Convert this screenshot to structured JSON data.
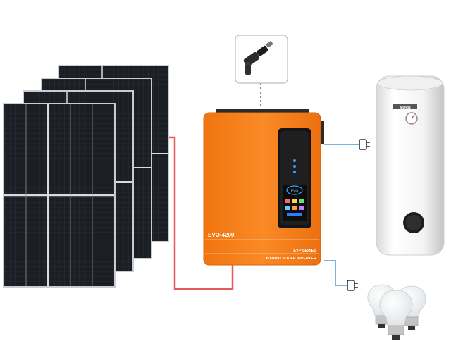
{
  "inverter": {
    "model_label": "EVO-4200",
    "series_label": "EVP SERIES",
    "product_label": "HYBRID SOLAR INVERTER",
    "screen_label": "EVO",
    "body_color": "#f7801e"
  },
  "water_heater": {
    "brand_label": "MORN"
  },
  "connectors": {
    "dc_line_color": "#e8595b",
    "ac_line_color": "#7ab4de",
    "wifi_link_color": "#555555"
  },
  "icons": {
    "wifi_dongle": "usb-wifi-dongle-icon",
    "plug": "power-plug-icon",
    "bulb": "light-bulb-icon"
  }
}
